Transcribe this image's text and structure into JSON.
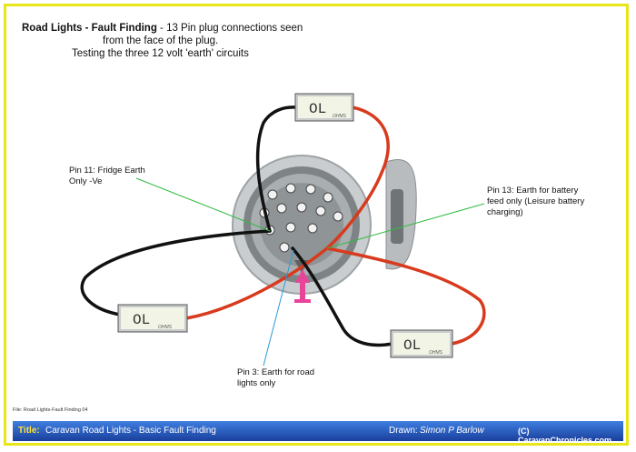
{
  "header": {
    "line1_bold": "Road Lights - Fault Finding",
    "line1_rest": " - 13 Pin plug connections seen",
    "line2": "from the face of the plug.",
    "line3": "Testing the three 12 volt 'earth' circuits"
  },
  "labels": {
    "pin11_line1": "Pin 11: Fridge Earth",
    "pin11_line2": "Only -Ve",
    "pin13_line1": "Pin 13: Earth for battery",
    "pin13_line2": "feed only (Leisure battery",
    "pin13_line3": "charging)",
    "pin3_line1": "Pin 3: Earth for road",
    "pin3_line2": "lights only"
  },
  "meters": [
    {
      "reading": "OL",
      "unit": "OHMS"
    },
    {
      "reading": "OL",
      "unit": "OHMS"
    },
    {
      "reading": "OL",
      "unit": "OHMS"
    }
  ],
  "footer": {
    "file": "File: Road Lights-Fault Finding 04",
    "title_label": "Title:",
    "title": "Caravan Road Lights - Basic Fault Finding",
    "drawn_label": "Drawn:",
    "drawn_by": "Simon P Barlow",
    "copyright": "(C) CaravanChronicles.com"
  },
  "colors": {
    "frame": "#e8e61a",
    "wire_red": "#d83a1e",
    "wire_black": "#111111",
    "pointer_green": "#33bb44",
    "pointer_blue": "#2a9ad8",
    "arrow_pink": "#e8449a",
    "titlebar": "#1a3f9c"
  }
}
